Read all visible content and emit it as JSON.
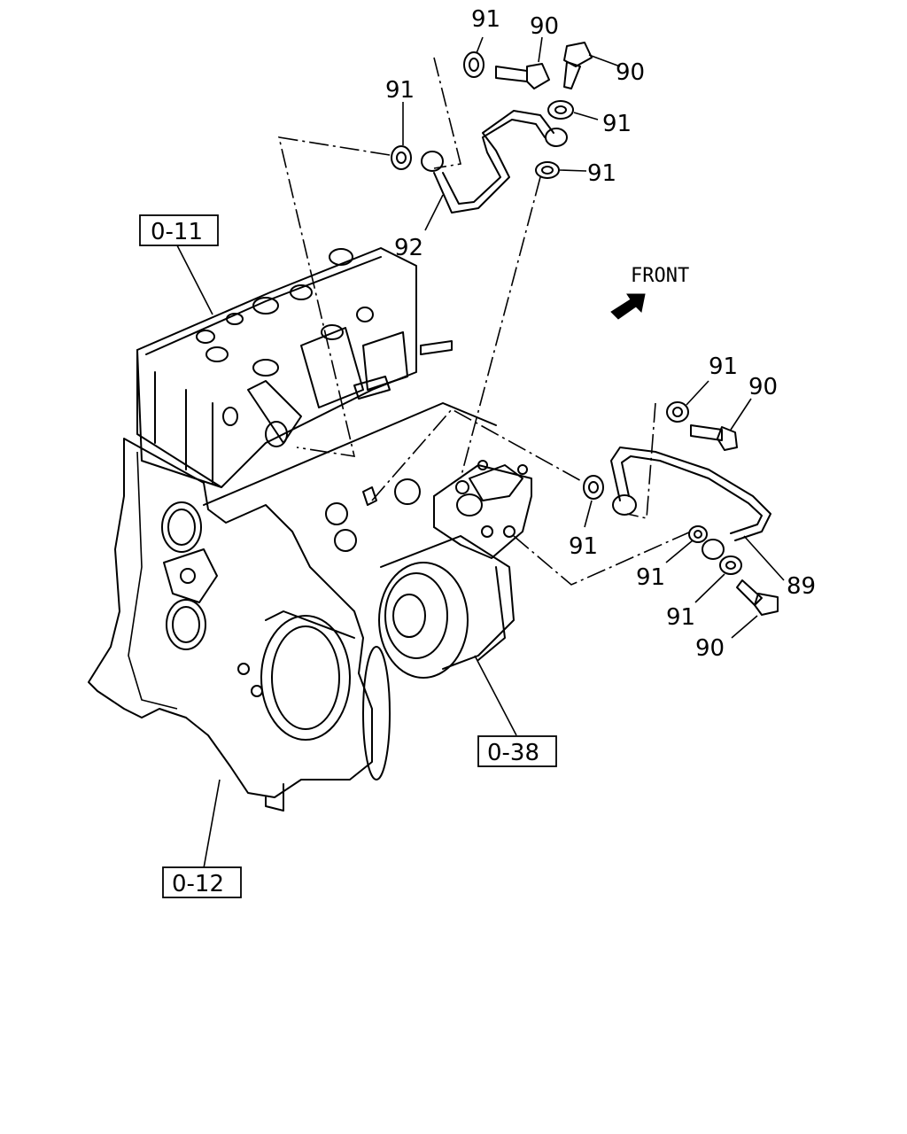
{
  "diagram": {
    "front_label": "FRONT",
    "references": {
      "ref_0_11": "0-11",
      "ref_0_12": "0-12",
      "ref_0_38": "0-38"
    },
    "callouts": {
      "c91_top": "91",
      "c90_top": "90",
      "c90_top_right": "90",
      "c91_left": "91",
      "c91_mid_a": "91",
      "c91_mid_b": "91",
      "c92": "92",
      "c91_right_top": "91",
      "c90_right_top": "90",
      "c91_center": "91",
      "c91_lower_a": "91",
      "c91_lower_b": "91",
      "c89": "89",
      "c90_bottom": "90"
    }
  }
}
